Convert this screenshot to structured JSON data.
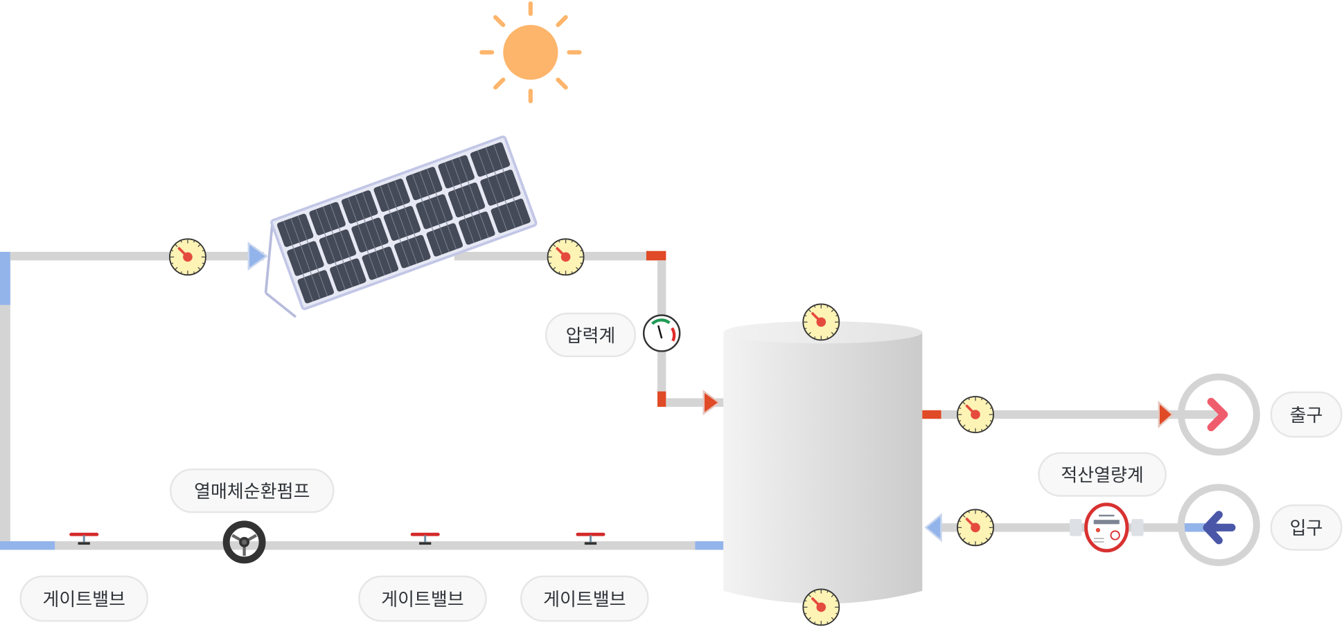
{
  "diagram": {
    "title": "Solar Thermal Hot Water System",
    "colors": {
      "pipe": "#d4d4d4",
      "cold_segment": "#93b4eb",
      "hot_segment": "#e04a26",
      "sun": "#fdb56b",
      "panel_cell": "#444a57",
      "panel_frame": "#c2c6e6",
      "gauge_face": "#fdf3b5",
      "gauge_needle": "#e54b3c",
      "outlet_arrow": "#ef5d6d",
      "inlet_arrow": "#4a57a8",
      "valve_handle": "#d42a2a",
      "pump_body": "#333333",
      "heat_meter_ring": "#d83131",
      "pill_bg": "#f8f8f8",
      "pill_border": "#e6e6e6"
    },
    "components": {
      "sun": "sun-icon",
      "solar_collector": "solar-panel-icon",
      "storage_tank": "storage-tank",
      "pressure_gauge": "pressure-gauge-icon",
      "circulation_pump": "pump-icon",
      "heat_meter": "heat-meter-icon",
      "thermometers": "temperature-gauge-icon"
    },
    "labels": {
      "pressure_gauge": "압력계",
      "pump": "열매체순환펌프",
      "gate_valve_1": "게이트밸브",
      "gate_valve_2": "게이트밸브",
      "gate_valve_3": "게이트밸브",
      "heat_meter": "적산열량계",
      "outlet": "출구",
      "inlet": "입구"
    },
    "flow": {
      "collector_loop": "clockwise",
      "outlet_direction": "right",
      "inlet_direction": "left"
    }
  }
}
